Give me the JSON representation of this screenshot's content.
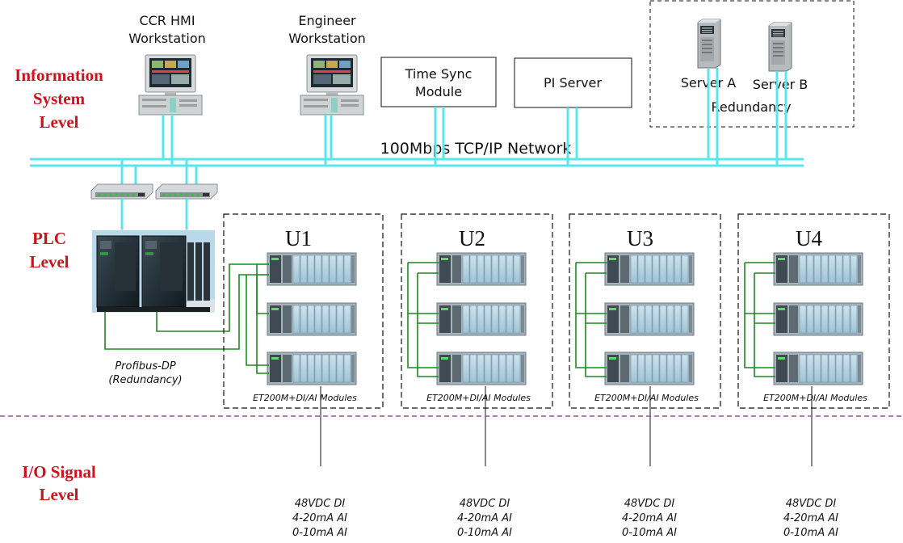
{
  "levels": {
    "information": [
      "Information",
      "System",
      "Level"
    ],
    "plc": [
      "PLC",
      "Level"
    ],
    "io": [
      "I/O Signal",
      "Level"
    ]
  },
  "workstations": {
    "ccr_hmi": [
      "CCR HMI",
      "Workstation"
    ],
    "engineer": [
      "Engineer",
      "Workstation"
    ]
  },
  "time_sync": [
    "Time Sync",
    "Module"
  ],
  "pi_server": "PI Server",
  "servers": {
    "server_a": "Server A",
    "server_b": "Server B",
    "redundancy": "Redundancy"
  },
  "network_label": "100Mbps TCP/IP Network",
  "profibus": [
    "Profibus-DP",
    "(Redundancy)"
  ],
  "units": [
    {
      "name": "U1",
      "modules": "ET200M+DI/AI Modules",
      "signals": [
        "48VDC DI",
        "4-20mA AI",
        "0-10mA AI"
      ]
    },
    {
      "name": "U2",
      "modules": "ET200M+DI/AI Modules",
      "signals": [
        "48VDC DI",
        "4-20mA AI",
        "0-10mA AI"
      ]
    },
    {
      "name": "U3",
      "modules": "ET200M+DI/AI Modules",
      "signals": [
        "48VDC DI",
        "4-20mA AI",
        "0-10mA AI"
      ]
    },
    {
      "name": "U4",
      "modules": "ET200M+DI/AI Modules",
      "signals": [
        "48VDC DI",
        "4-20mA AI",
        "0-10mA AI"
      ]
    }
  ],
  "colors": {
    "level_text": "#d0111c",
    "network": "#58e6ee",
    "profibus": "#1b8a1f",
    "separator": "#9b4fa0"
  }
}
